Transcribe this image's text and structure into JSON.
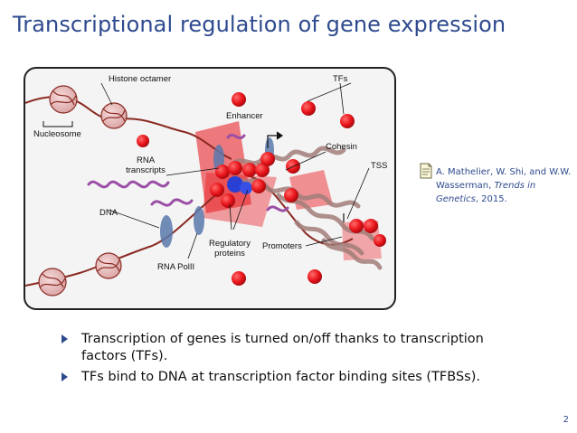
{
  "slide": {
    "title": "Transcriptional regulation of gene expression",
    "page_number": "2"
  },
  "figure": {
    "labels": {
      "histone_octamer": "Histone octamer",
      "nucleosome": "Nucleosome",
      "tfs": "TFs",
      "enhancer": "Enhancer",
      "cohesin": "Cohesin",
      "rna_transcripts": "RNA\ntranscripts",
      "tss": "TSS",
      "dna": "DNA",
      "regulatory_proteins": "Regulatory\nproteins",
      "promoters": "Promoters",
      "rna_polii": "RNA PolII"
    },
    "colors": {
      "tf_red": "#e8141a",
      "dna_brown": "#8a2a22",
      "rna_purple": "#9b4ea6",
      "polii_blue": "#5b79ad",
      "chromatin": "#b08a86",
      "cohesin_blue": "#2a3fd4"
    }
  },
  "citation": {
    "authors": "A. Mathelier, W. Shi, and W.W. Wasserman,",
    "journal": "Trends in Genetics",
    "year": ", 2015."
  },
  "bullets": [
    "Transcription of genes is turned on/off thanks to transcription factors (TFs).",
    "TFs bind to DNA at transcription factor binding sites (TFBSs)."
  ]
}
